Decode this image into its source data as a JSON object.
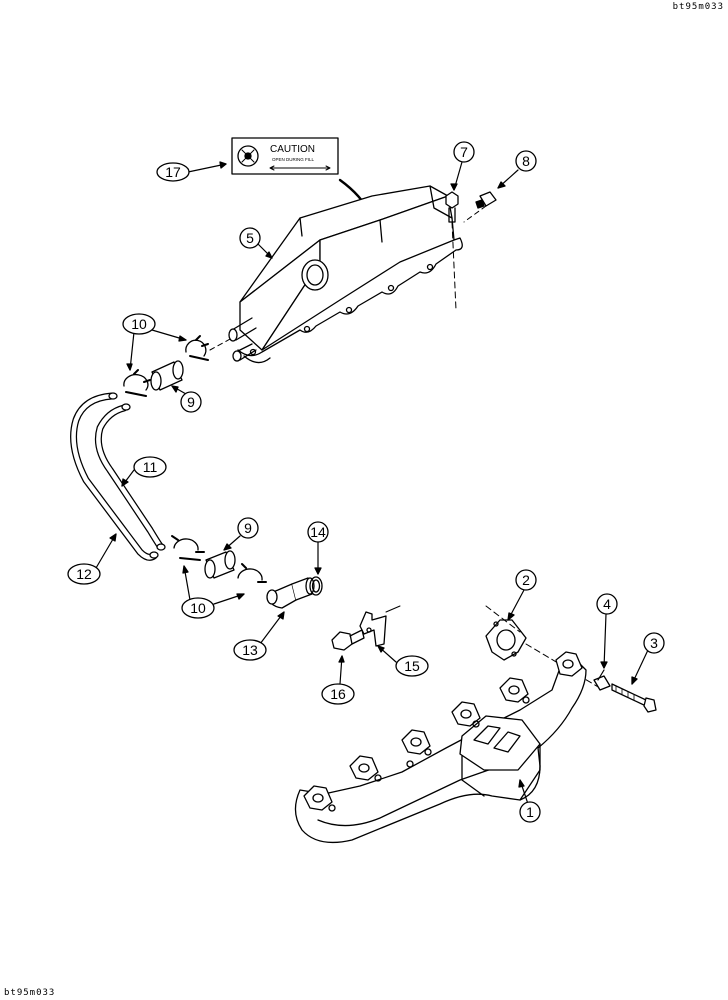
{
  "drawing_code_top": "bt95m033",
  "drawing_code_bottom": "bt95m033",
  "decal": {
    "title": "CAUTION",
    "subtitle": "OPEN DURING FILL"
  },
  "callouts": [
    {
      "id": "c1",
      "label": "1"
    },
    {
      "id": "c2",
      "label": "2"
    },
    {
      "id": "c3",
      "label": "3"
    },
    {
      "id": "c4",
      "label": "4"
    },
    {
      "id": "c5",
      "label": "5"
    },
    {
      "id": "c7",
      "label": "7"
    },
    {
      "id": "c8",
      "label": "8"
    },
    {
      "id": "c9a",
      "label": "9"
    },
    {
      "id": "c9b",
      "label": "9"
    },
    {
      "id": "c10a",
      "label": "10"
    },
    {
      "id": "c10b",
      "label": "10"
    },
    {
      "id": "c11",
      "label": "11"
    },
    {
      "id": "c12",
      "label": "12"
    },
    {
      "id": "c13",
      "label": "13"
    },
    {
      "id": "c14",
      "label": "14"
    },
    {
      "id": "c15",
      "label": "15"
    },
    {
      "id": "c16",
      "label": "16"
    },
    {
      "id": "c17",
      "label": "17"
    }
  ]
}
